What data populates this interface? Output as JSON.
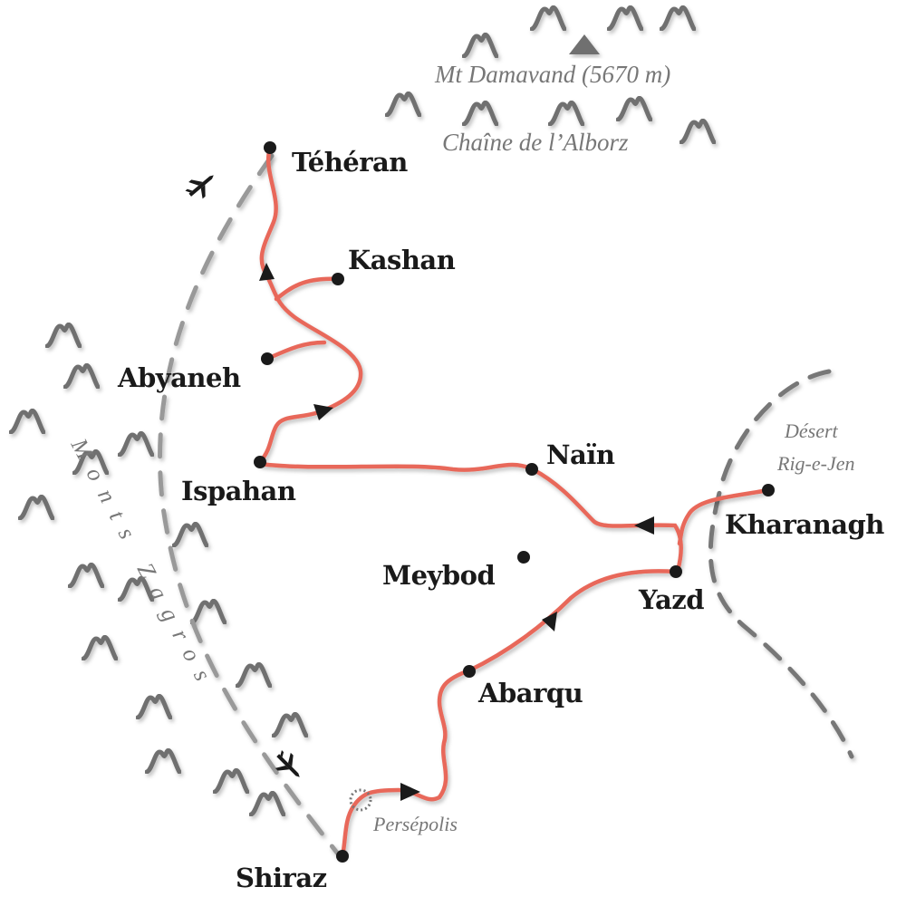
{
  "colors": {
    "route": "#e8685a",
    "mountain": "#6f6f6f",
    "dash": "#999999",
    "city_dot": "#1a1a1a",
    "label_italic": "#777777"
  },
  "cities": {
    "teheran": "Téhéran",
    "kashan": "Kashan",
    "abyaneh": "Abyaneh",
    "ispahan": "Ispahan",
    "nain": "Naïn",
    "meybod": "Meybod",
    "yazd": "Yazd",
    "kharanagh": "Kharanagh",
    "abarqu": "Abarqu",
    "shiraz": "Shiraz"
  },
  "annotations": {
    "damavand": "Mt Damavand (5670 m)",
    "alborz": "Chaîne de l’Alborz",
    "desert_line1": "Désert",
    "desert_line2": "Rig-e-Jen",
    "zagros": "Monts Zagros",
    "persepolis": "Persépolis"
  },
  "icons": [
    "mountain-icon",
    "summit-triangle-icon",
    "airplane-icon",
    "route-arrow-icon",
    "city-dot-icon",
    "archaeological-site-icon"
  ]
}
